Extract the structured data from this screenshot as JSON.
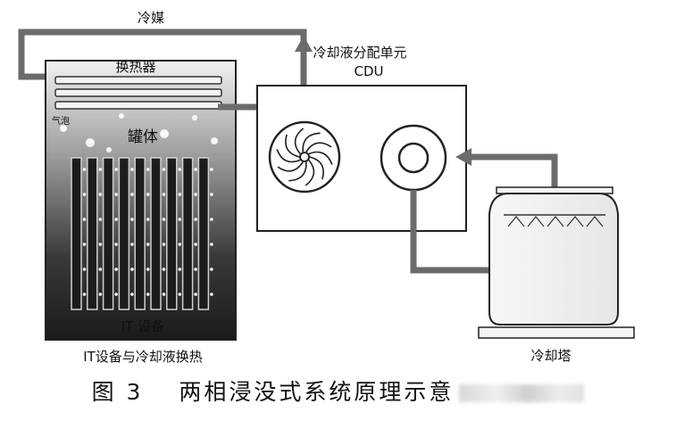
{
  "labels": {
    "coolant": "冷媒",
    "heat_exchanger": "换热器",
    "bubble": "气泡",
    "tank": "罐体",
    "it_equipment": "IT 设备",
    "tank_caption": "IT设备与冷却液换热",
    "cdu_name": "冷却液分配单元",
    "cdu_abbr": "CDU",
    "cooling_tower": "冷却塔"
  },
  "caption": {
    "figure_no": "图 3",
    "title": "两相浸没式系统原理示意"
  },
  "colors": {
    "pipe": "#6b6b6b",
    "tank_dark": "#2a2a2a",
    "tank_light": "#d9d9d9",
    "outline": "#222222"
  },
  "icons": [
    "fan-icon",
    "pump-icon"
  ]
}
